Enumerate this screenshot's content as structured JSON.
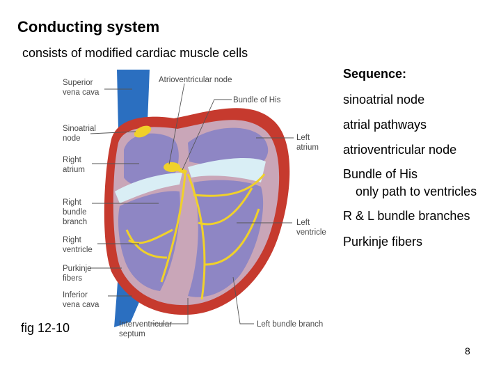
{
  "title": "Conducting system",
  "subtitle": "consists of modified cardiac muscle cells",
  "sequence": {
    "heading": "Sequence:",
    "items": [
      "sinoatrial node",
      "atrial pathways",
      "atrioventricular node",
      "Bundle of His",
      "only path to ventricles",
      "R & L bundle branches",
      "Purkinje fibers"
    ]
  },
  "figure": {
    "caption": "fig 12-10",
    "labels": {
      "superior_vena_cava": [
        "Superior",
        "vena cava"
      ],
      "av_node": "Atrioventricular node",
      "bundle_of_his": "Bundle of His",
      "sinoatrial_node": [
        "Sinoatrial",
        "node"
      ],
      "left_atrium": [
        "Left",
        "atrium"
      ],
      "right_atrium": [
        "Right",
        "atrium"
      ],
      "right_bundle_branch": [
        "Right",
        "bundle",
        "branch"
      ],
      "left_ventricle": [
        "Left",
        "ventricle"
      ],
      "right_ventricle": [
        "Right",
        "ventricle"
      ],
      "purkinje_fibers": [
        "Purkinje",
        "fibers"
      ],
      "inferior_vena_cava": [
        "Inferior",
        "vena cava"
      ],
      "interventricular_septum": [
        "Interventricular",
        "septum"
      ],
      "left_bundle_branch": "Left bundle branch"
    }
  },
  "page_number": "8",
  "colors": {
    "vena_cava": "#2b6fc0",
    "myocardium": "#c63a2e",
    "chamber": "#8e86c4",
    "conduction": "#f0d12a",
    "valve": "#d9eef5"
  }
}
